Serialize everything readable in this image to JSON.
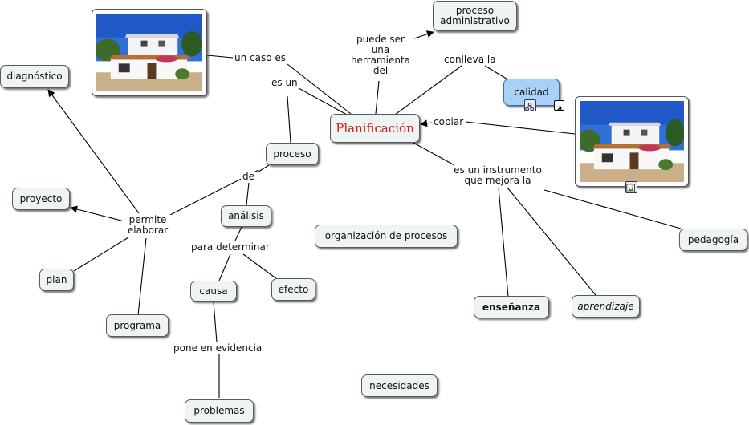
{
  "nodes": {
    "planificacion": "Planificación",
    "proceso_administrativo": "proceso\nadministrativo",
    "calidad": "calidad",
    "diagnostico": "diagnóstico",
    "proyecto": "proyecto",
    "plan": "plan",
    "programa": "programa",
    "proceso": "proceso",
    "analisis": "análisis",
    "causa": "causa",
    "efecto": "efecto",
    "problemas": "problemas",
    "organizacion": "organización de procesos",
    "necesidades": "necesidades",
    "ensenanza": "enseñanza",
    "aprendizaje": "aprendizaje",
    "pedagogia": "pedagogía"
  },
  "phrases": {
    "un_caso_es": "un caso es",
    "es_un": "es un",
    "puede_ser": "puede ser\nuna\nherramienta\ndel",
    "conlleva_la": "conlleva la",
    "copiar": "copiar",
    "es_un_instrumento": "es un instrumento\nque mejora la",
    "de": "de",
    "permite_elaborar": "permite\nelaborar",
    "para_determinar": "para determinar",
    "pone_en_evidencia": "pone en evidencia"
  },
  "images": {
    "house_top_left": "house-photo",
    "house_right": "house-photo"
  },
  "icons": {
    "concept_map_link": "concept-map-link-icon",
    "shortcut_arrow": "shortcut-arrow-icon",
    "image_resource": "image-resource-icon"
  },
  "colors": {
    "main_concept_text": "#d21f1f",
    "node_fill": "#eef3f3",
    "highlight_node_fill": "#a9d0f7",
    "link": "#000000"
  }
}
